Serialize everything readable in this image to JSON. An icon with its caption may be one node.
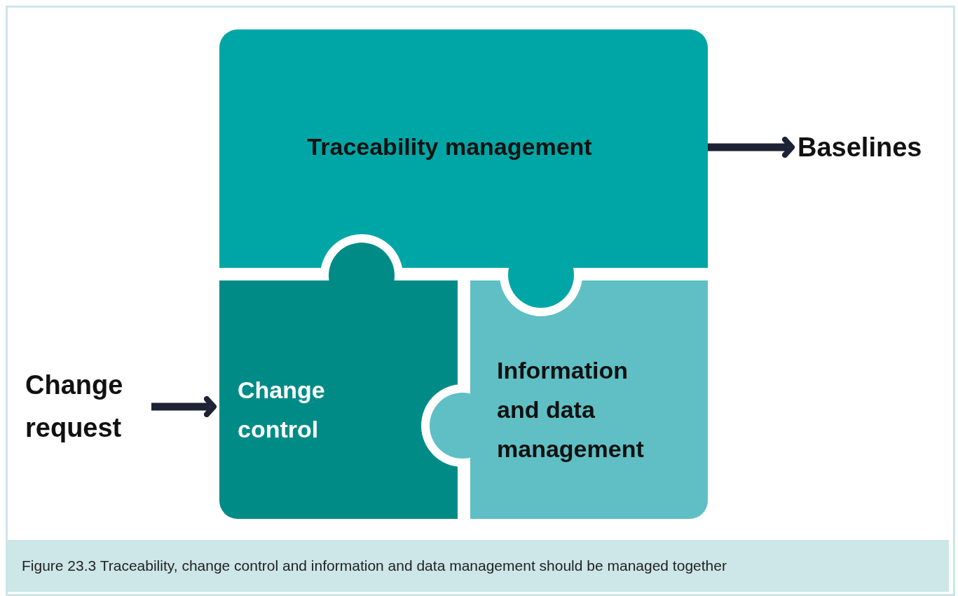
{
  "diagram": {
    "nodes": [
      {
        "text": [
          "Traceability management"
        ]
      },
      {
        "text": [
          "Change control"
        ]
      },
      {
        "text": [
          "Information and data management"
        ]
      },
      {
        "text": [
          "Baselines"
        ]
      },
      {
        "text": [
          "Change request"
        ]
      }
    ],
    "edges": [
      {
        "from": 0,
        "to": 3,
        "arrow": "to"
      },
      {
        "from": 4,
        "to": 1,
        "arrow": "to"
      }
    ],
    "caption": "Figure 23.3 Traceability, change control and information and data management should be managed together"
  }
}
